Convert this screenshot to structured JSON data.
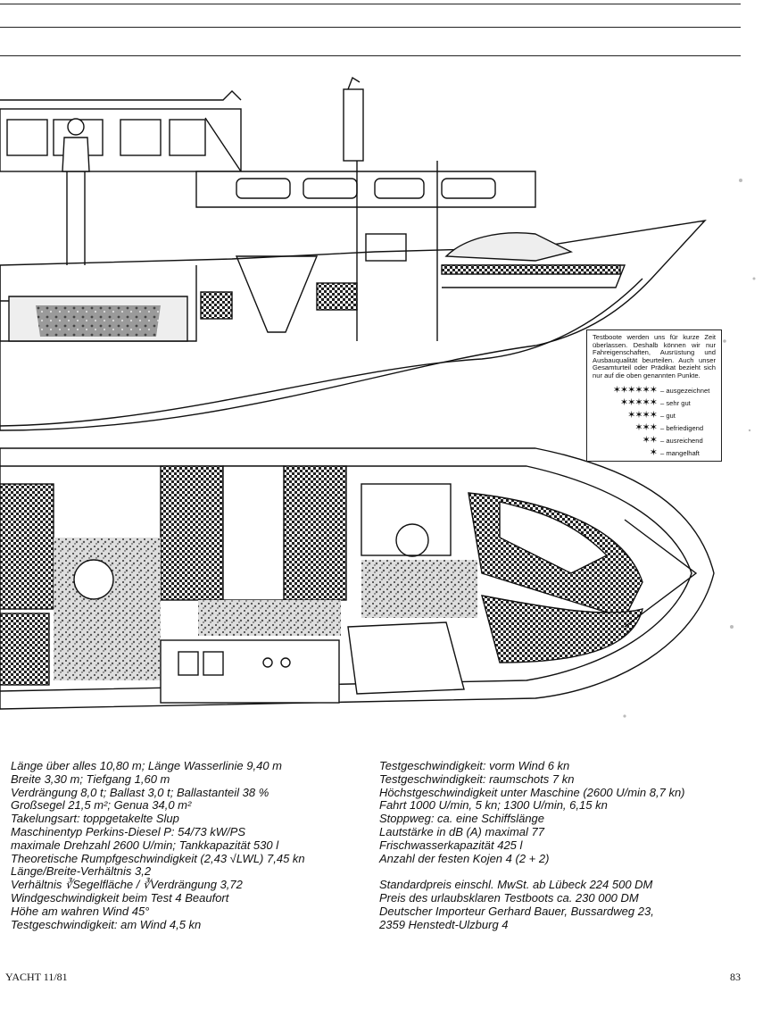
{
  "legend": {
    "intro": "Testboote werden uns für kurze Zeit überlassen. Deshalb können wir nur Fahreigenschaften, Ausrüstung und Ausbauqualität beurteilen. Auch unser Gesamturteil oder Prädikat bezieht sich nur auf die oben genannten Punkte.",
    "ratings": [
      {
        "stars": "✶✶✶✶✶✶",
        "label": "– ausgezeichnet"
      },
      {
        "stars": "✶✶✶✶✶",
        "label": "– sehr gut"
      },
      {
        "stars": "✶✶✶✶",
        "label": "– gut"
      },
      {
        "stars": "✶✶✶",
        "label": "– befriedigend"
      },
      {
        "stars": "✶✶",
        "label": "– ausreichend"
      },
      {
        "stars": "✶",
        "label": "– mangelhaft"
      }
    ]
  },
  "specs_left": [
    "Länge über alles 10,80 m; Länge Wasserlinie 9,40 m",
    "Breite 3,30 m; Tiefgang 1,60 m",
    "Verdrängung 8,0 t; Ballast 3,0 t; Ballastanteil 38 %",
    "Großsegel 21,5 m²; Genua 34,0 m²",
    "Takelungsart: toppgetakelte Slup",
    "Maschinentyp Perkins-Diesel P: 54/73 kW/PS",
    "maximale Drehzahl 2600 U/min; Tankkapazität 530 l",
    "Theoretische Rumpfgeschwindigkeit (2,43 √LWL) 7,45 kn",
    "Länge/Breite-Verhältnis 3,2",
    "Verhältnis ∛Segelfläche / ∛Verdrängung 3,72",
    "Windgeschwindigkeit beim Test 4 Beaufort",
    "Höhe am wahren Wind 45°",
    "Testgeschwindigkeit:  am Wind 4,5 kn"
  ],
  "specs_right": [
    "Testgeschwindigkeit:  vorm Wind 6 kn",
    "Testgeschwindigkeit:  raumschots 7 kn",
    "Höchstgeschwindigkeit unter Maschine (2600 U/min 8,7 kn)",
    "Fahrt 1000 U/min, 5 kn; 1300 U/min, 6,15 kn",
    "Stoppweg: ca. eine Schiffslänge",
    "Lautstärke in dB (A) maximal 77",
    "Frischwasserkapazität 425 l",
    "Anzahl der festen Kojen 4 (2 + 2)",
    "",
    "Standardpreis einschl. MwSt. ab Lübeck 224 500 DM",
    "Preis des urlaubsklaren Testboots ca. 230 000 DM",
    "Deutscher Importeur Gerhard Bauer, Bussardweg 23,",
    "2359 Henstedt-Ulzburg 4"
  ],
  "footer": {
    "magazine": "YACHT 11/81",
    "page_number": "83"
  }
}
